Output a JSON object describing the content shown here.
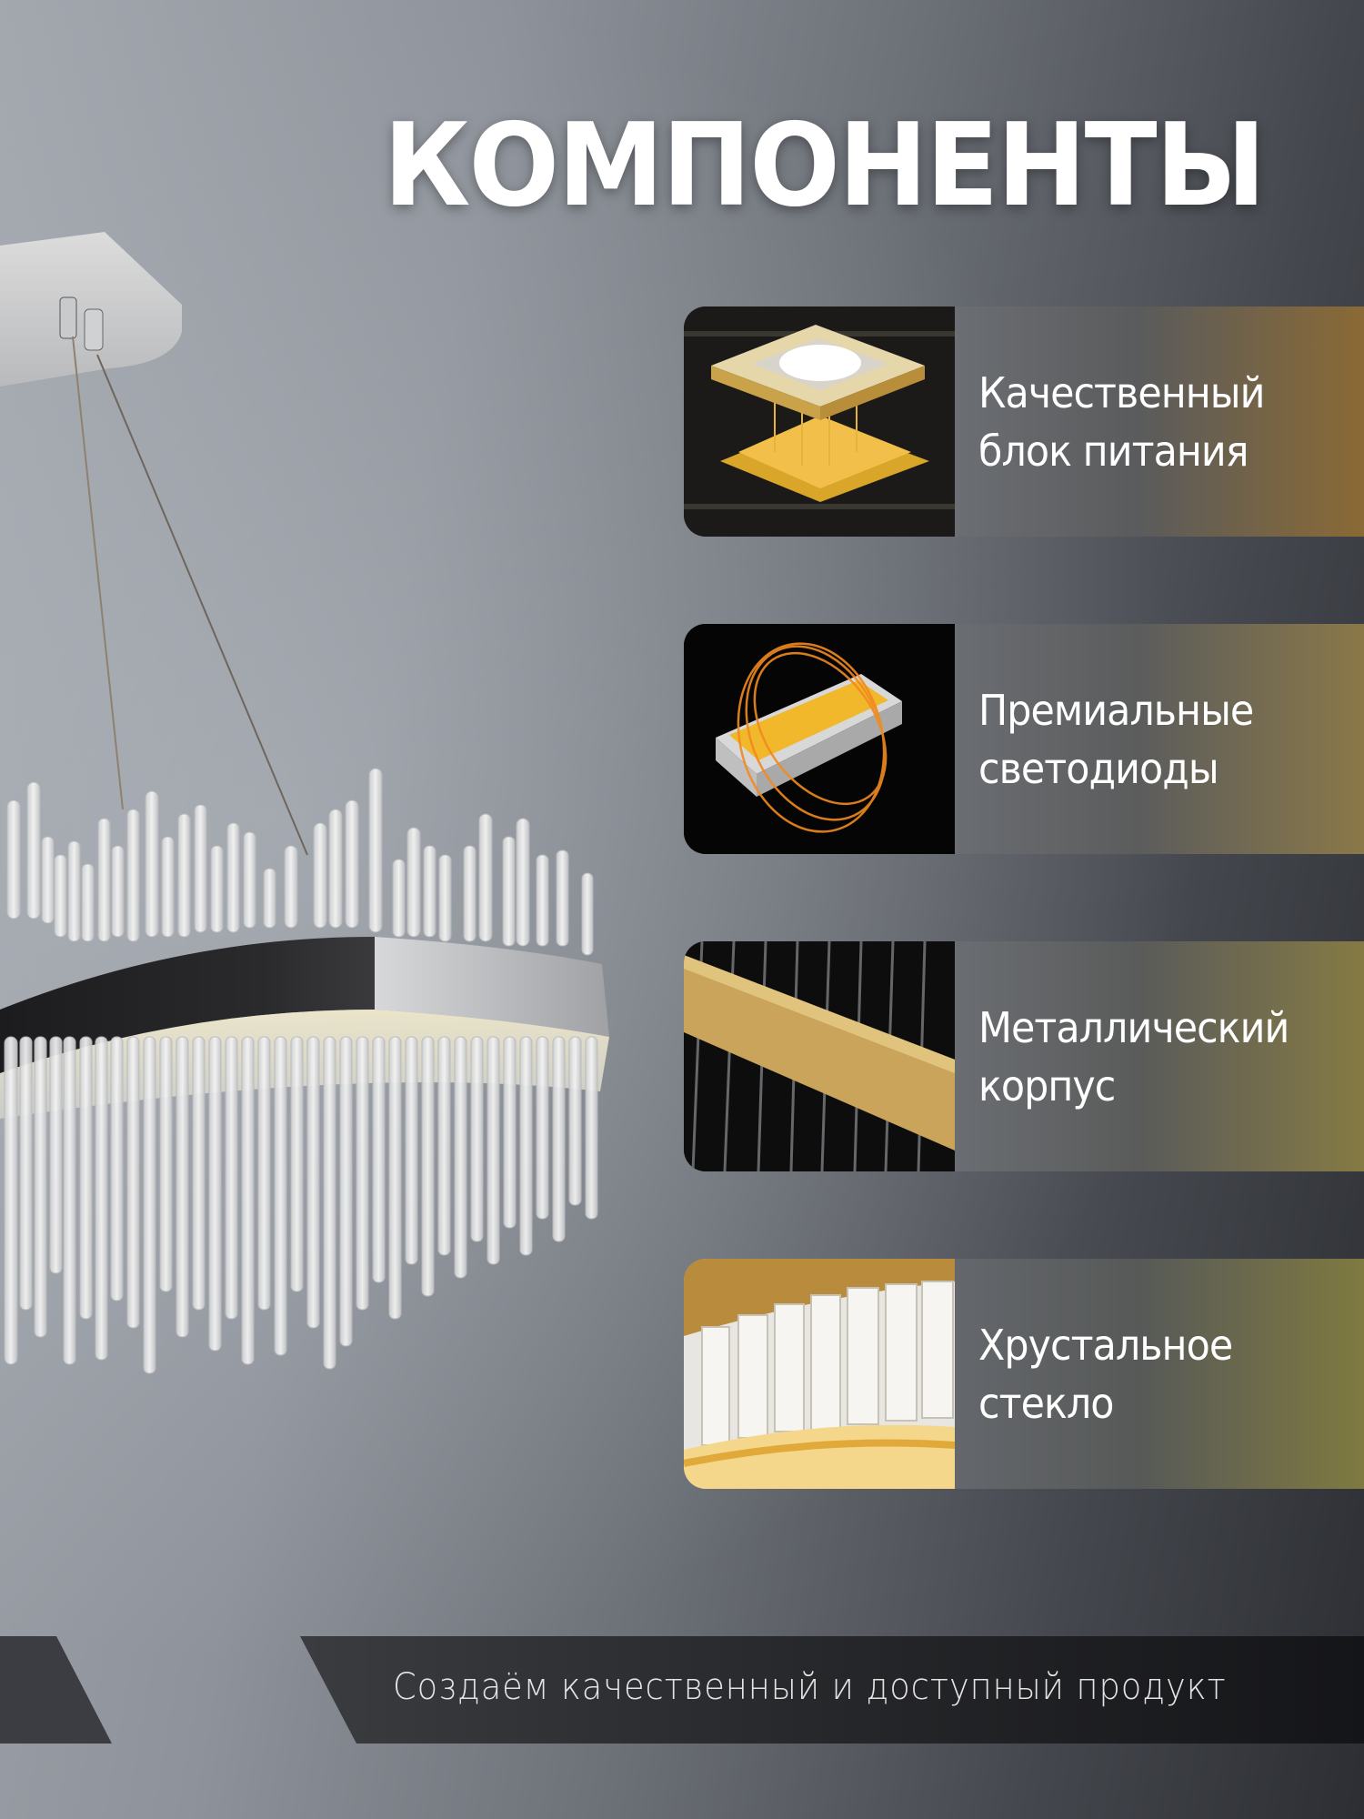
{
  "page": {
    "title": "КОМПОНЕНТЫ",
    "slogan": "Создаём качественный и доступный продукт"
  },
  "features": [
    {
      "line1": "Качественный",
      "line2": "блок питания",
      "image": "power-supply-chip-image",
      "accent": "#8a6a35"
    },
    {
      "line1": "Премиальные",
      "line2": "светодиоды",
      "image": "led-diode-image",
      "accent": "#8a7848"
    },
    {
      "line1": "Металлический",
      "line2": "корпус",
      "image": "metal-body-image",
      "accent": "#857a44"
    },
    {
      "line1": "Хрустальное",
      "line2": "стекло",
      "image": "crystal-glass-image",
      "accent": "#7f7a40"
    }
  ],
  "colors": {
    "background_light": "#a3a7ae",
    "background_dark": "#2c2e33",
    "title": "#ffffff",
    "slogan_bar": "#26272a",
    "slogan_text": "#e3e3e3"
  }
}
